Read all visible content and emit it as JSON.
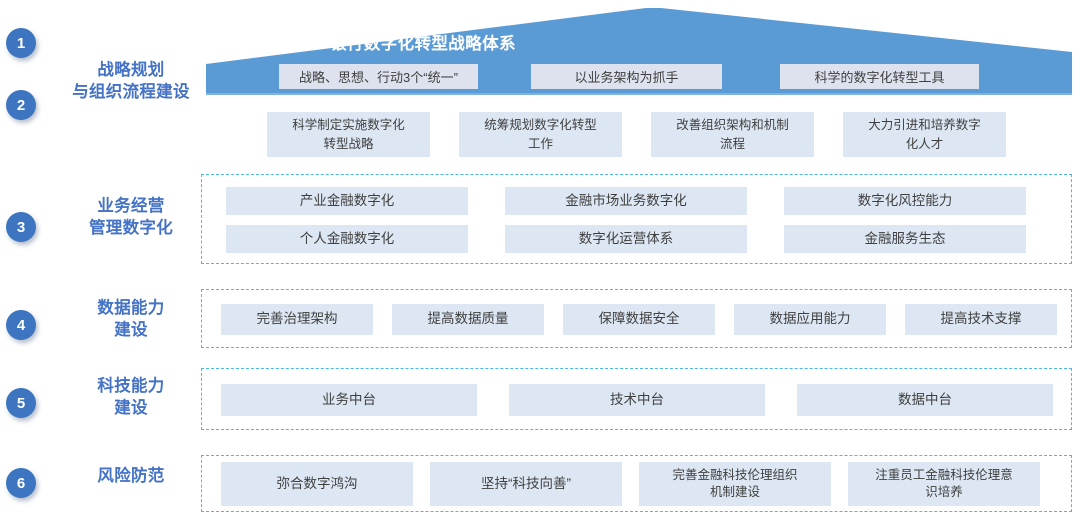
{
  "diagram": {
    "title": "银行数字化转型战略体系",
    "accent_blue": "#5b9bd5",
    "label_blue": "#4472c4",
    "circle_blue": "#3d75c0",
    "cell_fill": "#dde7f3",
    "roof_cell_fill": "#dde2ee",
    "dash_color": "#4db7ea"
  },
  "numbers": [
    "1",
    "2",
    "3",
    "4",
    "5",
    "6"
  ],
  "row_labels": [
    "战略规划\n与组织流程建设",
    "业务经营\n管理数字化",
    "数据能力\n建设",
    "科技能力\n建设",
    "风险防范"
  ],
  "roof_items": [
    "战略、思想、行动3个“统一”",
    "以业务架构为抓手",
    "科学的数字化转型工具"
  ],
  "strategy_row": [
    "科学制定实施数字化\n转型战略",
    "统筹规划数字化转型\n工作",
    "改善组织架构和机制\n流程",
    "大力引进和培养数字\n化人才"
  ],
  "business_group": {
    "row1": [
      "产业金融数字化",
      "金融市场业务数字化",
      "数字化风控能力"
    ],
    "row2": [
      "个人金融数字化",
      "数字化运营体系",
      "金融服务生态"
    ]
  },
  "data_group": [
    "完善治理架构",
    "提高数据质量",
    "保障数据安全",
    "数据应用能力",
    "提高技术支撑"
  ],
  "tech_group": [
    "业务中台",
    "技术中台",
    "数据中台"
  ],
  "risk_group": [
    "弥合数字鸿沟",
    "坚持“科技向善”",
    "完善金融科技伦理组织\n机制建设",
    "注重员工金融科技伦理意\n识培养"
  ]
}
